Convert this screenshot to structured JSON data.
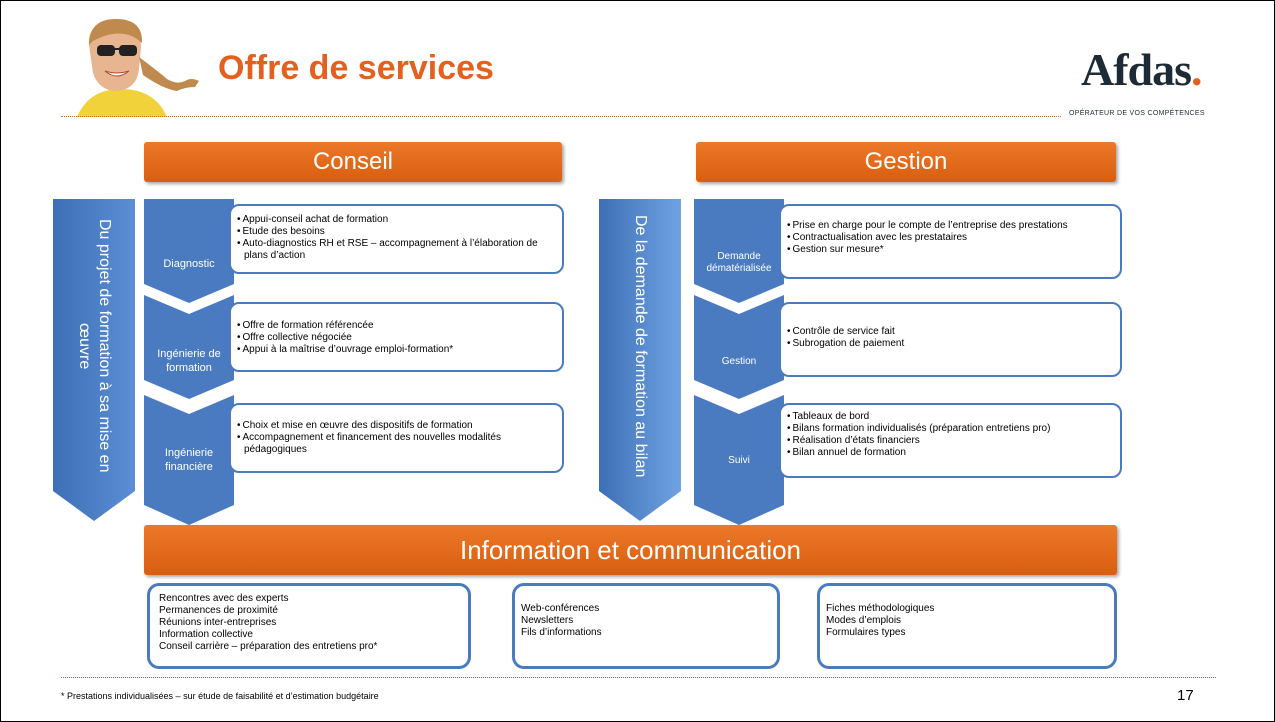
{
  "title": "Offre de services",
  "logo": {
    "main": "Afdas",
    "dot": ".",
    "tagline": "OPÉRATEUR DE VOS COMPÉTENCES"
  },
  "conseil": {
    "header": "Conseil",
    "side_label": "Du projet de formation à sa mise en œuvre",
    "steps": [
      {
        "label": "Diagnostic",
        "items": [
          "Appui-conseil achat de formation",
          "Etude des besoins",
          "Auto-diagnostics RH et RSE – accompagnement à l’élaboration de plans d’action"
        ]
      },
      {
        "label": "Ingénierie de formation",
        "items": [
          "Offre de formation référencée",
          "Offre collective négociée",
          "Appui à la maîtrise d’ouvrage emploi-formation*"
        ]
      },
      {
        "label": "Ingénierie financière",
        "items": [
          "Choix et mise en œuvre des dispositifs de formation",
          "Accompagnement et financement des nouvelles modalités pédagogiques"
        ]
      }
    ]
  },
  "gestion": {
    "header": "Gestion",
    "side_label": "De la demande de formation au bilan",
    "steps": [
      {
        "label": "Demande dématérialisée",
        "items": [
          "Prise en charge pour le compte de l’entreprise des prestations",
          "Contractualisation avec les prestataires",
          "Gestion sur mesure*"
        ]
      },
      {
        "label": "Gestion",
        "items": [
          "Contrôle de service fait",
          "Subrogation de paiement"
        ]
      },
      {
        "label": "Suivi",
        "items": [
          "Tableaux de bord",
          "Bilans formation individualisés (préparation entretiens pro)",
          "Réalisation d’états financiers",
          "Bilan annuel de formation"
        ]
      }
    ]
  },
  "info": {
    "header": "Information et communication",
    "boxes": [
      [
        "Rencontres avec des experts",
        "Permanences de proximité",
        "Réunions inter-entreprises",
        "Information collective",
        "Conseil carrière – préparation des entretiens pro*"
      ],
      [
        "Web-conférences",
        "Newsletters",
        "Fils d’informations"
      ],
      [
        "Fiches méthodologiques",
        "Modes d’emplois",
        "Formulaires types"
      ]
    ]
  },
  "footnote": "* Prestations individualisées – sur étude de faisabilité et d’estimation budgétaire",
  "page_number": "17",
  "colors": {
    "orange": "#E4601E",
    "blue": "#4A7BC0",
    "navy": "#1d2b36"
  }
}
